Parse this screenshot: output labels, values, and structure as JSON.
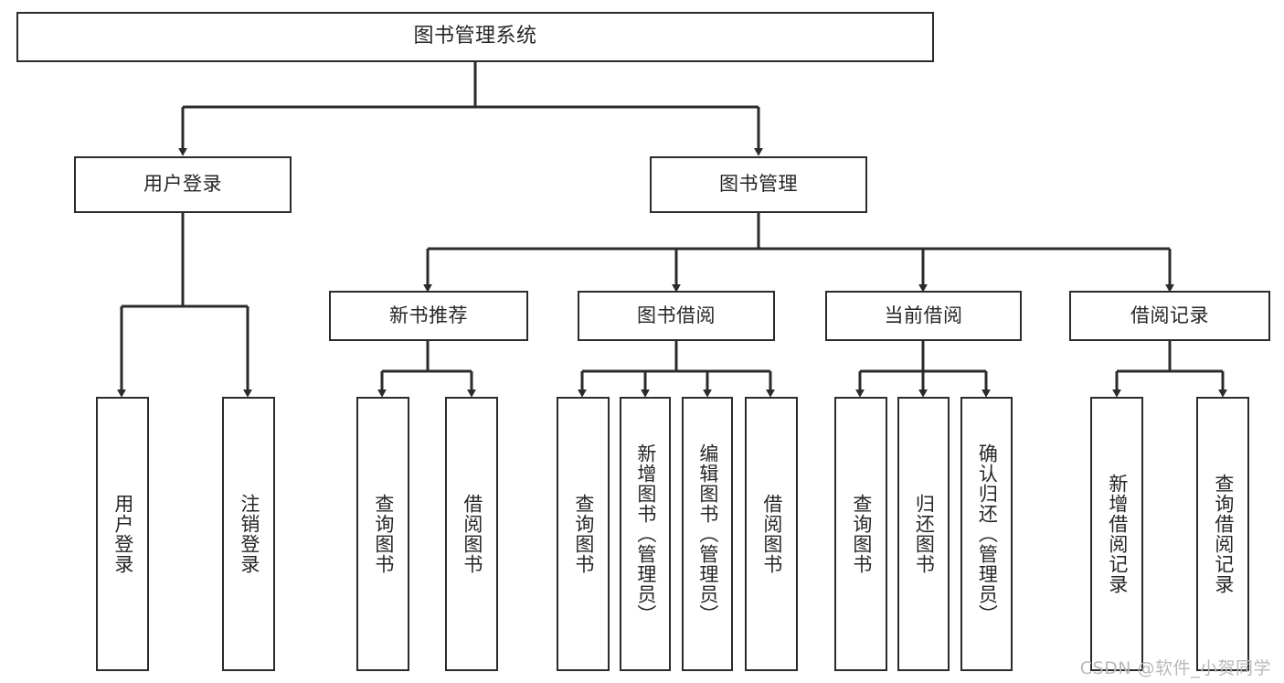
{
  "diagram": {
    "title": "图书管理系统",
    "type": "tree-hierarchy-diagram",
    "colors": {
      "stroke": "#2b2b2b",
      "fill": "#ffffff",
      "text": "#262626",
      "watermark": "#b9b9b9"
    },
    "levels": {
      "root": {
        "label": "图书管理系统"
      },
      "level2": [
        {
          "label": "用户登录"
        },
        {
          "label": "图书管理"
        }
      ],
      "level3": [
        {
          "label": "新书推荐"
        },
        {
          "label": "图书借阅"
        },
        {
          "label": "当前借阅"
        },
        {
          "label": "借阅记录"
        }
      ],
      "leaves": {
        "user_login": [
          {
            "label": "用户登录"
          },
          {
            "label": "注销登录"
          }
        ],
        "new_book_recommend": [
          {
            "label": "查询图书"
          },
          {
            "label": "借阅图书"
          }
        ],
        "book_borrow": [
          {
            "label": "查询图书"
          },
          {
            "label": "新增图书（管理员）"
          },
          {
            "label": "编辑图书（管理员）"
          },
          {
            "label": "借阅图书"
          }
        ],
        "current_borrow": [
          {
            "label": "查询图书"
          },
          {
            "label": "归还图书"
          },
          {
            "label": "确认归还（管理员）"
          }
        ],
        "borrow_record": [
          {
            "label": "新增借阅记录"
          },
          {
            "label": "查询借阅记录"
          }
        ]
      }
    },
    "watermark": "CSDN @软件_小贺同学"
  }
}
